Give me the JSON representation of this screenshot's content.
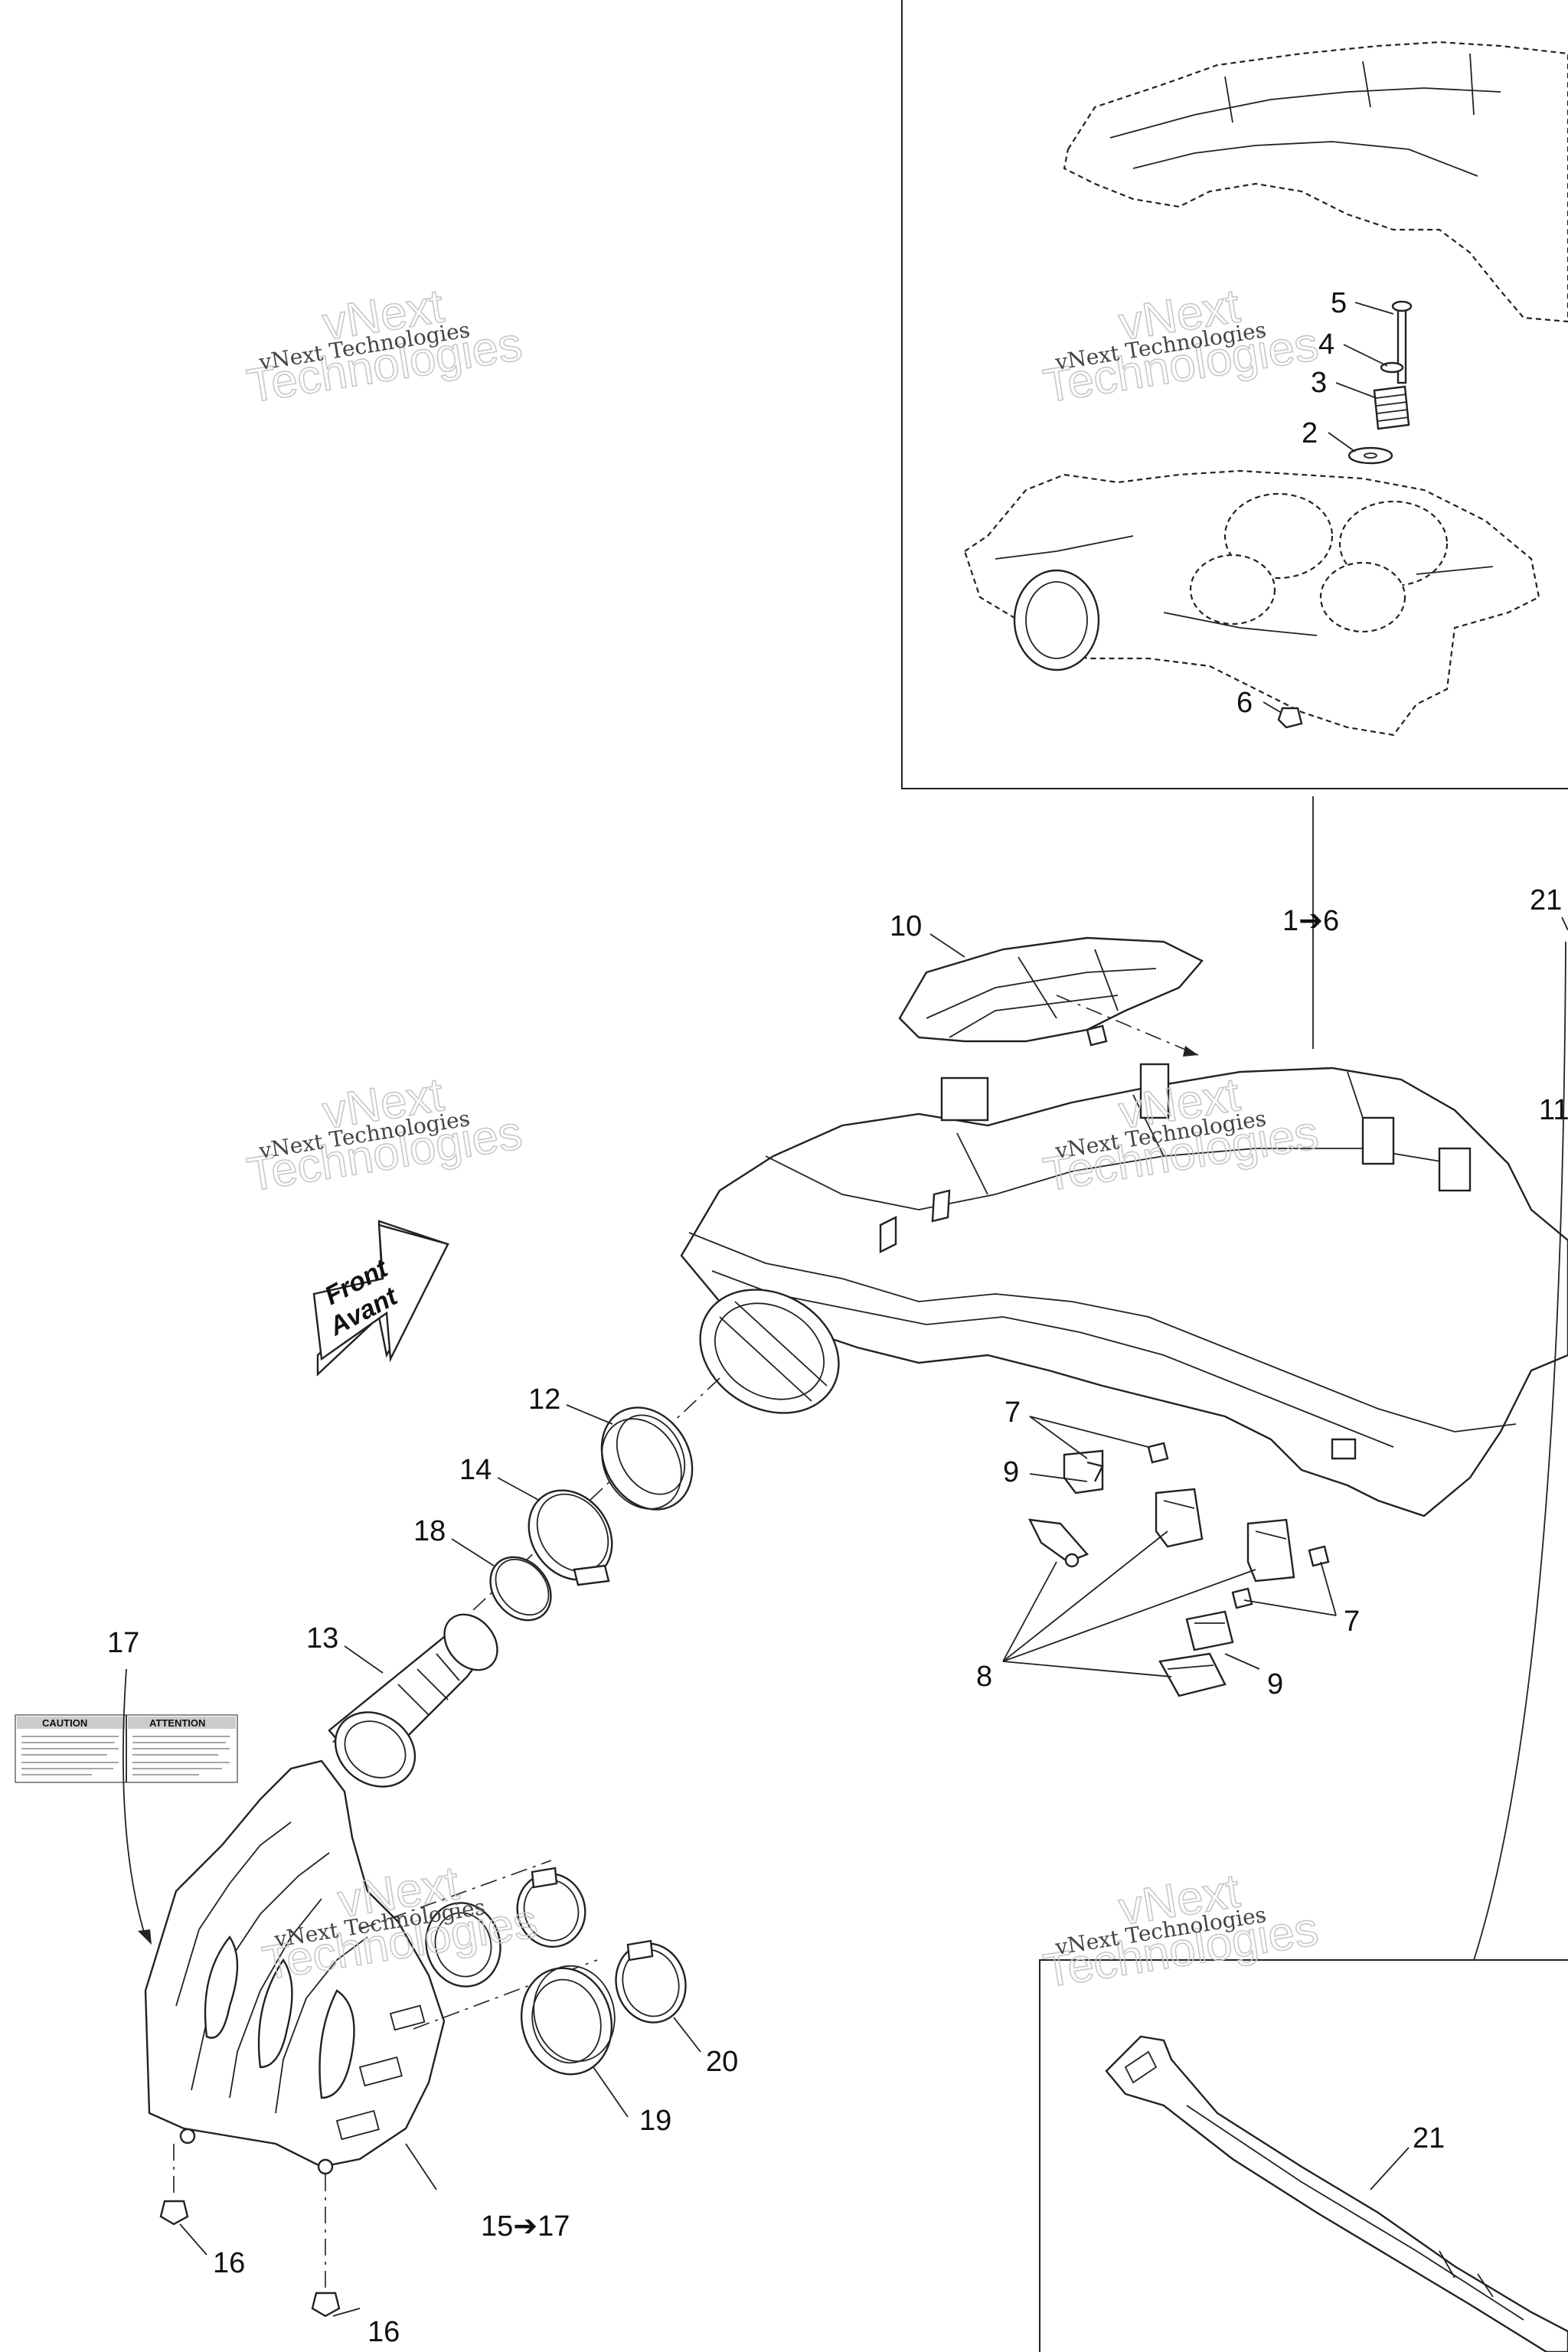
{
  "callouts": {
    "c1to6": "1➔6",
    "c2": "2",
    "c3": "3",
    "c4": "4",
    "c5": "5",
    "c6": "6",
    "c7a": "7",
    "c7b": "7",
    "c8": "8",
    "c9a": "9",
    "c9b": "9",
    "c10": "10",
    "c11": "11",
    "c12": "12",
    "c13": "13",
    "c14": "14",
    "c15to17": "15➔17",
    "c16a": "16",
    "c16b": "16",
    "c17": "17",
    "c18": "18",
    "c19": "19",
    "c20": "20",
    "c21a": "21",
    "c21b": "21"
  },
  "watermark": {
    "brand": "vNext Technologies",
    "big_line1": "vNext",
    "big_line2": "Technologies"
  },
  "direction_arrow": {
    "line1": "Front",
    "line2": "Avant"
  },
  "warning_label": {
    "left_header": "CAUTION",
    "right_header": "ATTENTION"
  }
}
